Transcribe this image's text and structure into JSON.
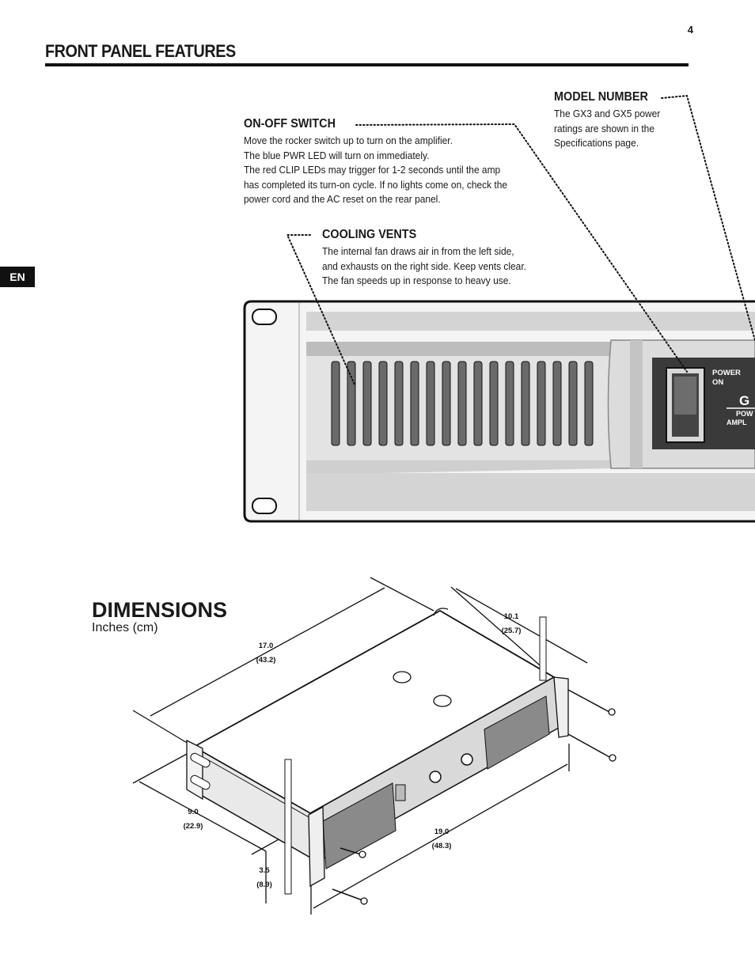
{
  "page": {
    "number": "4",
    "language_tab": "EN"
  },
  "front_panel": {
    "title": "FRONT PANEL FEATURES",
    "callouts": {
      "model_number": {
        "heading": "MODEL NUMBER",
        "body": [
          "The GX3 and GX5 power",
          "ratings are shown in the",
          "Specifications page."
        ]
      },
      "on_off_switch": {
        "heading": "ON-OFF SWITCH",
        "body": [
          "Move the rocker switch up to turn on the amplifier.",
          "The blue PWR LED will turn on immediately.",
          "The red CLIP LEDs may trigger for 1-2 seconds until the amp",
          "has completed its turn-on cycle. If no lights come on, check the",
          "power cord and the AC reset on the rear panel."
        ]
      },
      "cooling_vents": {
        "heading": "COOLING VENTS",
        "body": [
          "The internal fan draws air in from the left side,",
          "and exhausts on the right side. Keep vents clear.",
          "The fan speeds up in response to heavy use."
        ]
      }
    },
    "panel_labels": {
      "power_line1": "POWER",
      "power_line2": "ON",
      "model_fragment": "G",
      "pow_fragment": "POW",
      "ampl_fragment": "AMPL"
    }
  },
  "dimensions": {
    "title": "DIMENSIONS",
    "units": "Inches (cm)",
    "measurements": {
      "depth": {
        "inches": "17.0",
        "cm": "(43.2)"
      },
      "rear_depth": {
        "inches": "10.1",
        "cm": "(25.7)"
      },
      "side_depth": {
        "inches": "9.0",
        "cm": "(22.9)"
      },
      "height": {
        "inches": "3.5",
        "cm": "(8.9)"
      },
      "width": {
        "inches": "19.0",
        "cm": "(48.3)"
      }
    }
  },
  "colors": {
    "ink": "#111111",
    "panel_gray": "#cfcfcf",
    "panel_light": "#e8e8e8",
    "vent_dark": "#6a6a6a"
  }
}
